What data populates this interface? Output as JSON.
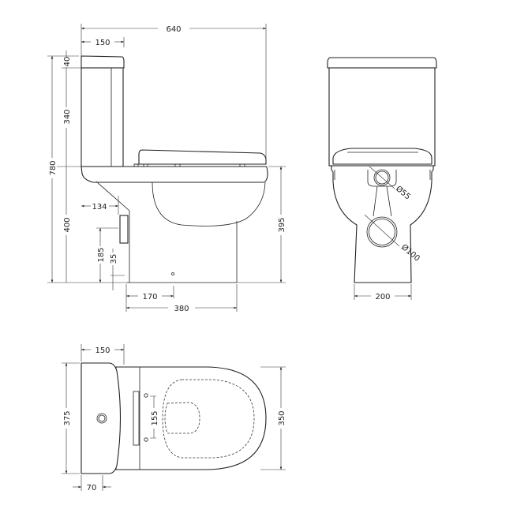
{
  "side_view": {
    "overall_depth": "640",
    "tank_depth": "150",
    "lid_height": "40",
    "tank_height": "340",
    "overall_height": "780",
    "pan_height": "400",
    "seat_height": "395",
    "inlet_offset": "134",
    "inlet_height": "185",
    "outlet_height": "35",
    "outlet_offset": "170",
    "base_depth": "380"
  },
  "front_view": {
    "flush_pipe": "Ø55",
    "waste_pipe": "Ø100",
    "base_width": "200"
  },
  "top_view": {
    "tank_depth": "150",
    "tank_width": "375",
    "pan_width": "350",
    "button_offset": "70",
    "hinge_spacing": "155"
  },
  "colors": {
    "line": "#222222",
    "background": "#ffffff"
  }
}
